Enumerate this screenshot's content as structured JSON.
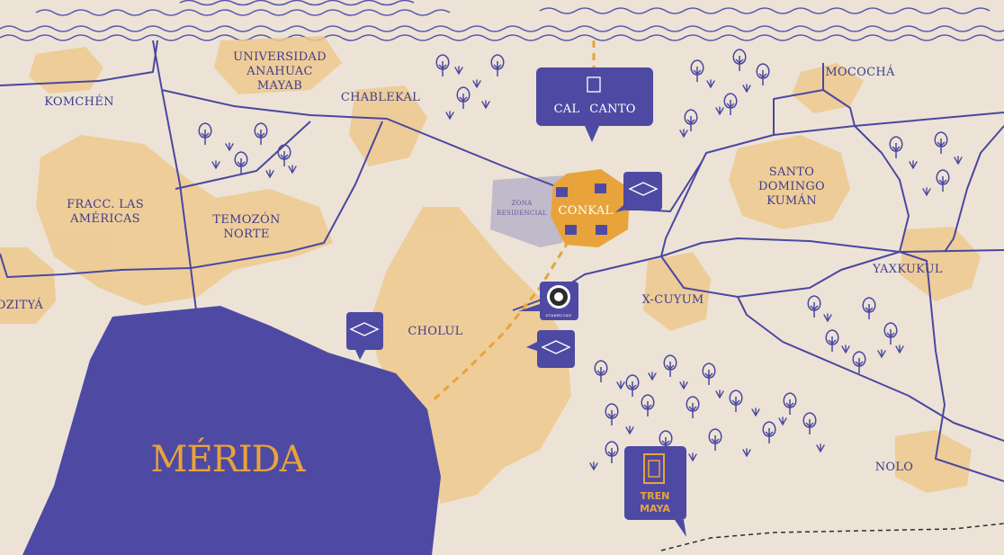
{
  "map": {
    "city": "MÉRIDA",
    "towns": {
      "komchen": "KOMCHÉN",
      "universidad_1": "UNIVERSIDAD",
      "universidad_2": "ANAHUAC",
      "universidad_3": "MAYAB",
      "chablekal": "CHABLEKAL",
      "mococha": "MOCOCHÁ",
      "fracc_1": "FRACC. LAS",
      "fracc_2": "AMÉRICAS",
      "temozon_1": "TEMOZÓN",
      "temozon_2": "NORTE",
      "santo_1": "SANTO",
      "santo_2": "DOMINGO",
      "santo_3": "KUMÁN",
      "yaxkukul": "YAXKUKUL",
      "dzitya": "DZITYÁ",
      "cholul": "CHOLUL",
      "xcuyum": "X-CUYUM",
      "nolo": "NOLO",
      "conkal": "CONKAL"
    },
    "zona_1": "ZONA",
    "zona_2": "RESIDENCIAL",
    "pois": {
      "cal_canto_1": "CAL",
      "cal_canto_2": "CANTO",
      "tren_1": "TREN",
      "tren_2": "MAYA",
      "starbucks": "STARBUCKS"
    },
    "colors": {
      "background": "#ece3d6",
      "land_patch": "#efc98e",
      "merida": "#4e4aa3",
      "road": "#4a47a0",
      "accent_orange": "#e8a33a",
      "residential_zone": "#b8b3c9"
    },
    "icons": [
      "graduation-cap-icon",
      "starbucks-logo-icon",
      "tren-maya-icon",
      "cal-canto-logo-icon",
      "tree-icon"
    ]
  }
}
